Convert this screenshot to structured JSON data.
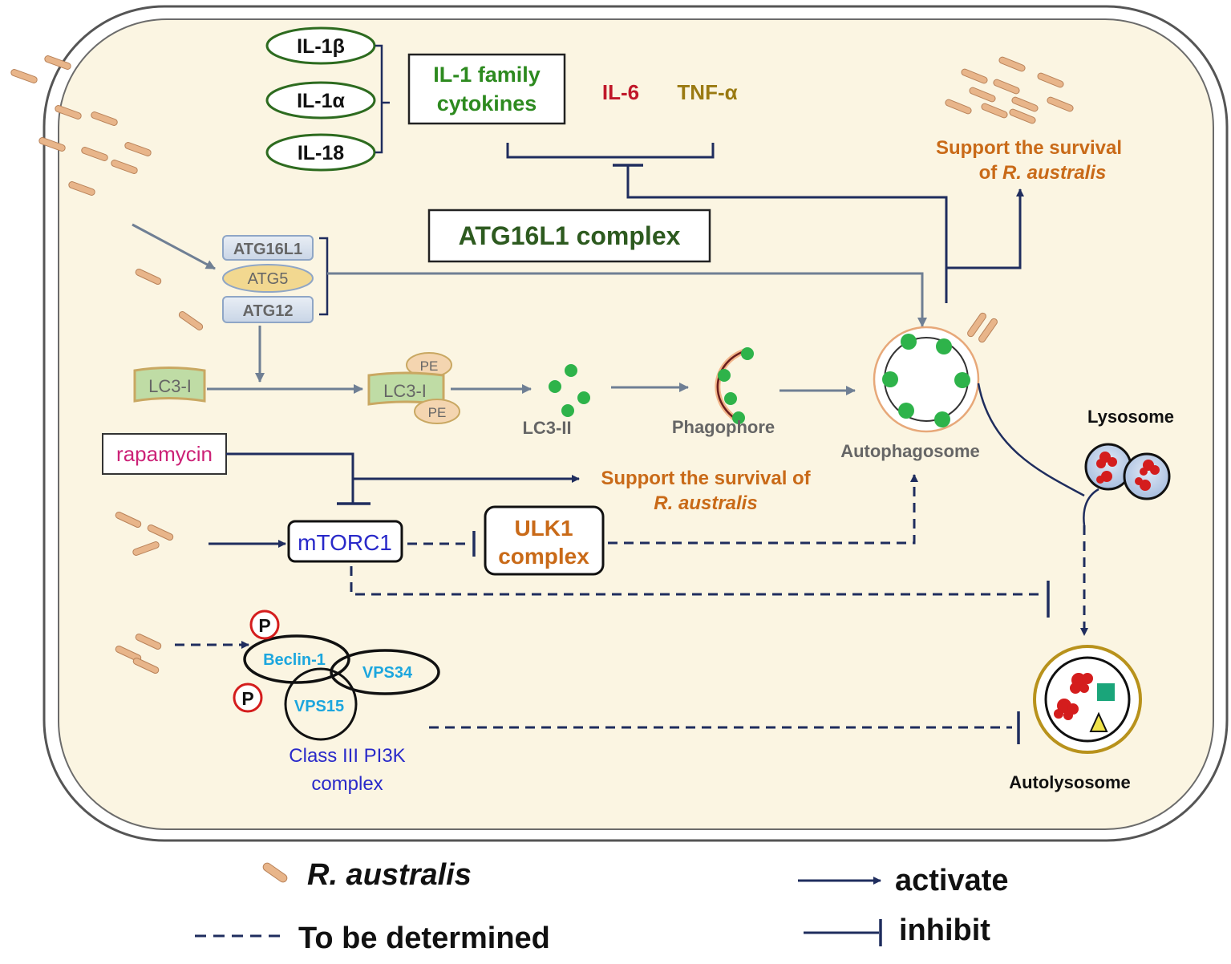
{
  "cytokines": {
    "il1b": "IL-1β",
    "il1a": "IL-1α",
    "il18": "IL-18",
    "family_line1": "IL-1 family",
    "family_line2": "cytokines",
    "il6": "IL-6",
    "tnfa": "TNF-α"
  },
  "atg16l1_complex_box": "ATG16L1 complex",
  "atg_stack": {
    "atg16l1": "ATG16L1",
    "atg5": "ATG5",
    "atg12": "ATG12"
  },
  "lc3": {
    "lc3_i": "LC3-I",
    "lc3_i_pe": "LC3-I",
    "pe": "PE",
    "lc3_ii": "LC3-II"
  },
  "phagophore": "Phagophore",
  "autophagosome": "Autophagosome",
  "lysosome": "Lysosome",
  "autolysosome": "Autolysosome",
  "survival_top": {
    "line1": "Support the survival",
    "line2_prefix": "of ",
    "line2_italic": "R. australis"
  },
  "survival_mid": {
    "line1": "Support the survival of",
    "line2_italic": "R. australis"
  },
  "rapamycin": "rapamycin",
  "mtorc1": "mTORC1",
  "ulk1": {
    "line1": "ULK1",
    "line2": "complex"
  },
  "pi3k": {
    "p": "P",
    "beclin": "Beclin-1",
    "vps34": "VPS34",
    "vps15": "VPS15",
    "label_line1": "Class III PI3K",
    "label_line2": "complex"
  },
  "legend": {
    "bacteria": "R. australis",
    "tbd": "To be determined",
    "activate": "activate",
    "inhibit": "inhibit"
  },
  "colors": {
    "cell_fill": "#fbf5e2",
    "cell_border": "#555555",
    "navy": "#1f2d5e",
    "arrow_grey": "#6f7f94",
    "green": "#2d6b1f",
    "red": "#c0182a",
    "olive": "#9a7a12",
    "orange": "#c96a18",
    "blue": "#2929c9",
    "cyan": "#1ca6de",
    "magenta": "#cc2277",
    "bacteria": "#e8b58a",
    "vesicle_green": "#2eb34a"
  }
}
